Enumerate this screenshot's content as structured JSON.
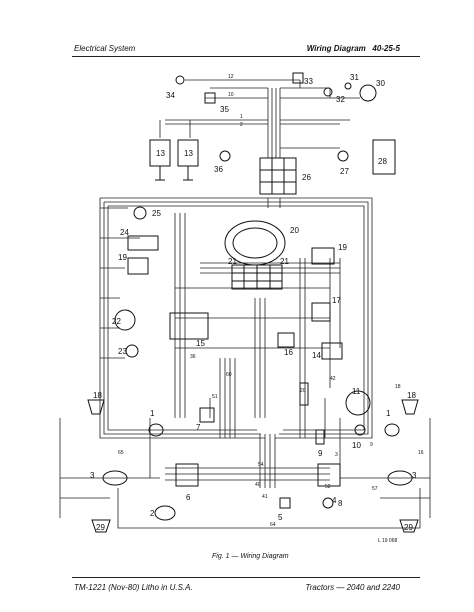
{
  "header": {
    "section": "Electrical System",
    "title": "Wiring Diagram",
    "page": "40-25-5"
  },
  "caption": "Fig. 1 — Wiring Diagram",
  "reference_code": "L 19 068",
  "footer": {
    "manual": "TM-1221 (Nov-80) Litho in U.S.A.",
    "models": "Tractors — 2040 and 2240"
  },
  "components": [
    {
      "id": "c1l",
      "label": "1"
    },
    {
      "id": "c1r",
      "label": "1"
    },
    {
      "id": "c2",
      "label": "2"
    },
    {
      "id": "c3l",
      "label": "3"
    },
    {
      "id": "c3r",
      "label": "3"
    },
    {
      "id": "c4",
      "label": "4"
    },
    {
      "id": "c5",
      "label": "5"
    },
    {
      "id": "c6",
      "label": "6"
    },
    {
      "id": "c7",
      "label": "7"
    },
    {
      "id": "c8",
      "label": "8"
    },
    {
      "id": "c9",
      "label": "9"
    },
    {
      "id": "c10",
      "label": "10"
    },
    {
      "id": "c11",
      "label": "11"
    },
    {
      "id": "c13a",
      "label": "13"
    },
    {
      "id": "c13b",
      "label": "13"
    },
    {
      "id": "c14",
      "label": "14"
    },
    {
      "id": "c15",
      "label": "15"
    },
    {
      "id": "c16",
      "label": "16"
    },
    {
      "id": "c17",
      "label": "17"
    },
    {
      "id": "c18l",
      "label": "18"
    },
    {
      "id": "c18r",
      "label": "18"
    },
    {
      "id": "c19l",
      "label": "19"
    },
    {
      "id": "c19r",
      "label": "19"
    },
    {
      "id": "c20",
      "label": "20"
    },
    {
      "id": "c21a",
      "label": "21"
    },
    {
      "id": "c21b",
      "label": "21"
    },
    {
      "id": "c22",
      "label": "22"
    },
    {
      "id": "c23",
      "label": "23"
    },
    {
      "id": "c24",
      "label": "24"
    },
    {
      "id": "c25",
      "label": "25"
    },
    {
      "id": "c26",
      "label": "26"
    },
    {
      "id": "c27",
      "label": "27"
    },
    {
      "id": "c28",
      "label": "28"
    },
    {
      "id": "c29l",
      "label": "29"
    },
    {
      "id": "c29r",
      "label": "29"
    },
    {
      "id": "c30",
      "label": "30"
    },
    {
      "id": "c31",
      "label": "31"
    },
    {
      "id": "c32",
      "label": "32"
    },
    {
      "id": "c33",
      "label": "33"
    },
    {
      "id": "c34",
      "label": "34"
    },
    {
      "id": "c35",
      "label": "35"
    },
    {
      "id": "c36",
      "label": "36"
    }
  ],
  "wire_numbers": [
    "12",
    "10",
    "1",
    "2",
    "64",
    "54",
    "60",
    "51",
    "40",
    "41",
    "52",
    "57",
    "42",
    "36",
    "20",
    "3",
    "9",
    "18",
    "16",
    "65"
  ]
}
